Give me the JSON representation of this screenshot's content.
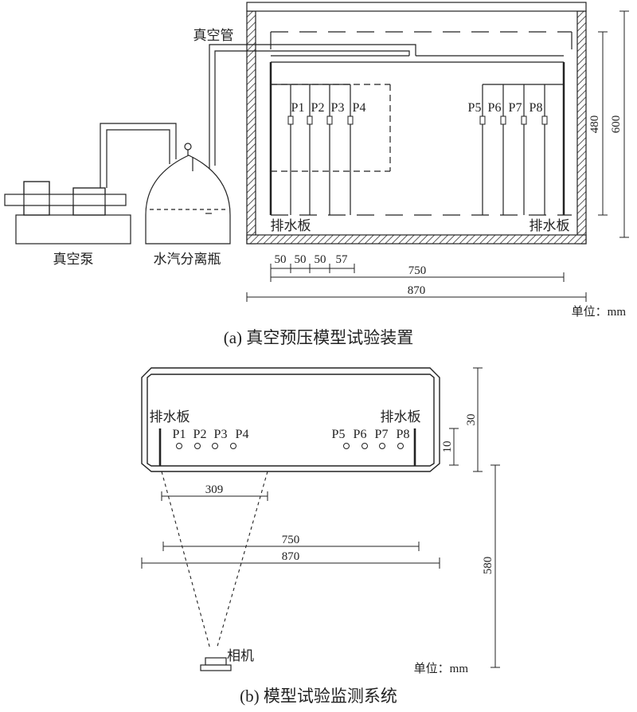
{
  "panel_a": {
    "vacuum_tube_label": "真空管",
    "vacuum_pump_label": "真空泵",
    "separator_label": "水汽分离瓶",
    "drain_board_left": "排水板",
    "drain_board_right": "排水板",
    "sensors": [
      "P1",
      "P2",
      "P3",
      "P4",
      "P5",
      "P6",
      "P7",
      "P8"
    ],
    "spacing_dims": [
      "50",
      "50",
      "50",
      "57"
    ],
    "dim_750": "750",
    "dim_870": "870",
    "dim_480": "480",
    "dim_600": "600",
    "unit": "单位：mm",
    "caption": "(a) 真空预压模型试验装置"
  },
  "panel_b": {
    "drain_board_left": "排水板",
    "drain_board_right": "排水板",
    "sensors": [
      "P1",
      "P2",
      "P3",
      "P4",
      "P5",
      "P6",
      "P7",
      "P8"
    ],
    "dim_309": "309",
    "dim_750": "750",
    "dim_870": "870",
    "dim_30": "30",
    "dim_10": "10",
    "dim_580": "580",
    "camera_label": "相机",
    "unit": "单位：mm",
    "caption": "(b) 模型试验监测系统"
  }
}
